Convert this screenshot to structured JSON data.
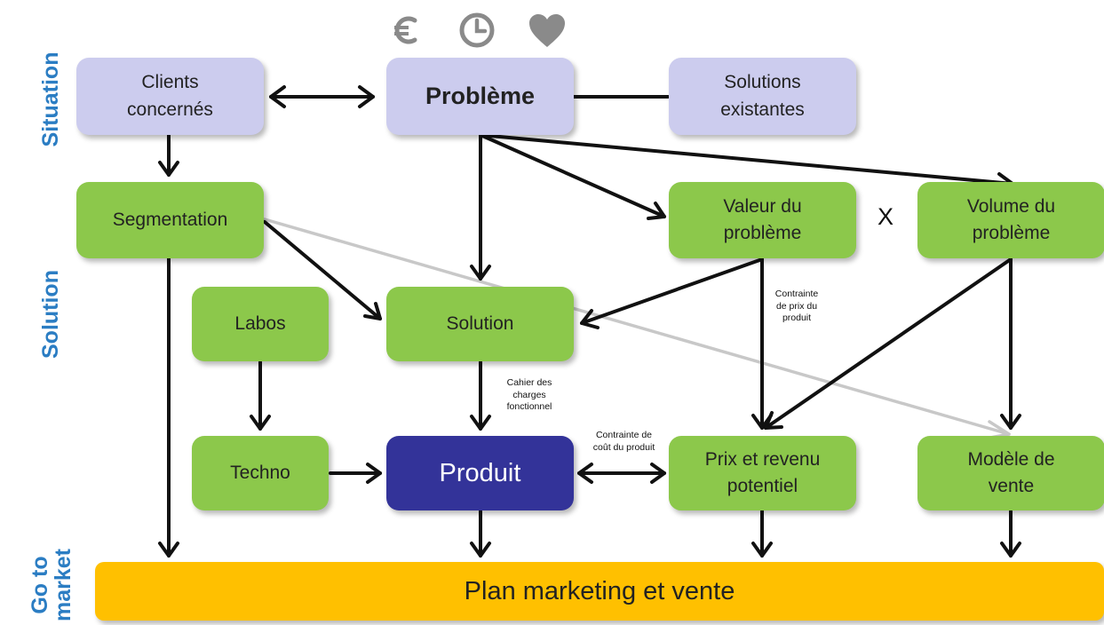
{
  "labels": {
    "situation": "Situation",
    "solution": "Solution",
    "gotomarket": "Go to\nmarket"
  },
  "boxes": {
    "clients": "Clients\nconcernés",
    "probleme": "Problème",
    "solutions_existantes": "Solutions\nexistantes",
    "segmentation": "Segmentation",
    "valeur": "Valeur du\nproblème",
    "volume": "Volume du\nproblème",
    "labos": "Labos",
    "solution": "Solution",
    "techno": "Techno",
    "produit": "Produit",
    "prix": "Prix et revenu\npotentiel",
    "modele": "Modèle de\nvente",
    "plan": "Plan marketing et vente"
  },
  "annotations": {
    "times": "X",
    "cahier": "Cahier des\ncharges\nfonctionnel",
    "contrainte_prix": "Contrainte\nde prix du\nproduit",
    "contrainte_cout": "Contrainte de\ncoût du produit"
  },
  "icons": [
    "euro-icon",
    "clock-icon",
    "heart-icon"
  ],
  "colors": {
    "lavender": "#ccccee",
    "green": "#8cc84b",
    "dark_blue": "#333399",
    "gold": "#ffc000",
    "label_blue": "#2b7dc3",
    "icon_gray": "#8a8a8a",
    "gray_arrow": "#c8c8c8"
  }
}
